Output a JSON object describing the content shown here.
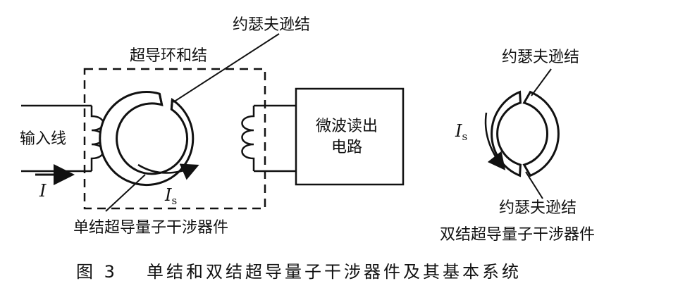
{
  "labels": {
    "josephson_junction_top": "约瑟夫逊结",
    "superconducting_ring_and_junction": "超导环和结",
    "input_line": "输入线",
    "current_input": "I",
    "current_ring": "I",
    "current_ring_sub": "s",
    "microwave_readout_line1": "微波读出",
    "microwave_readout_line2": "电路",
    "single_junction_squid": "单结超导量子干涉器件",
    "josephson_junction_right_top": "约瑟夫逊结",
    "current_right": "I",
    "current_right_sub": "s",
    "josephson_junction_right_bottom": "约瑟夫逊结",
    "double_junction_squid": "双结超导量子干涉器件"
  },
  "caption": {
    "number": "图 3",
    "text": "单结和双结超导量子干涉器件及其基本系统"
  }
}
